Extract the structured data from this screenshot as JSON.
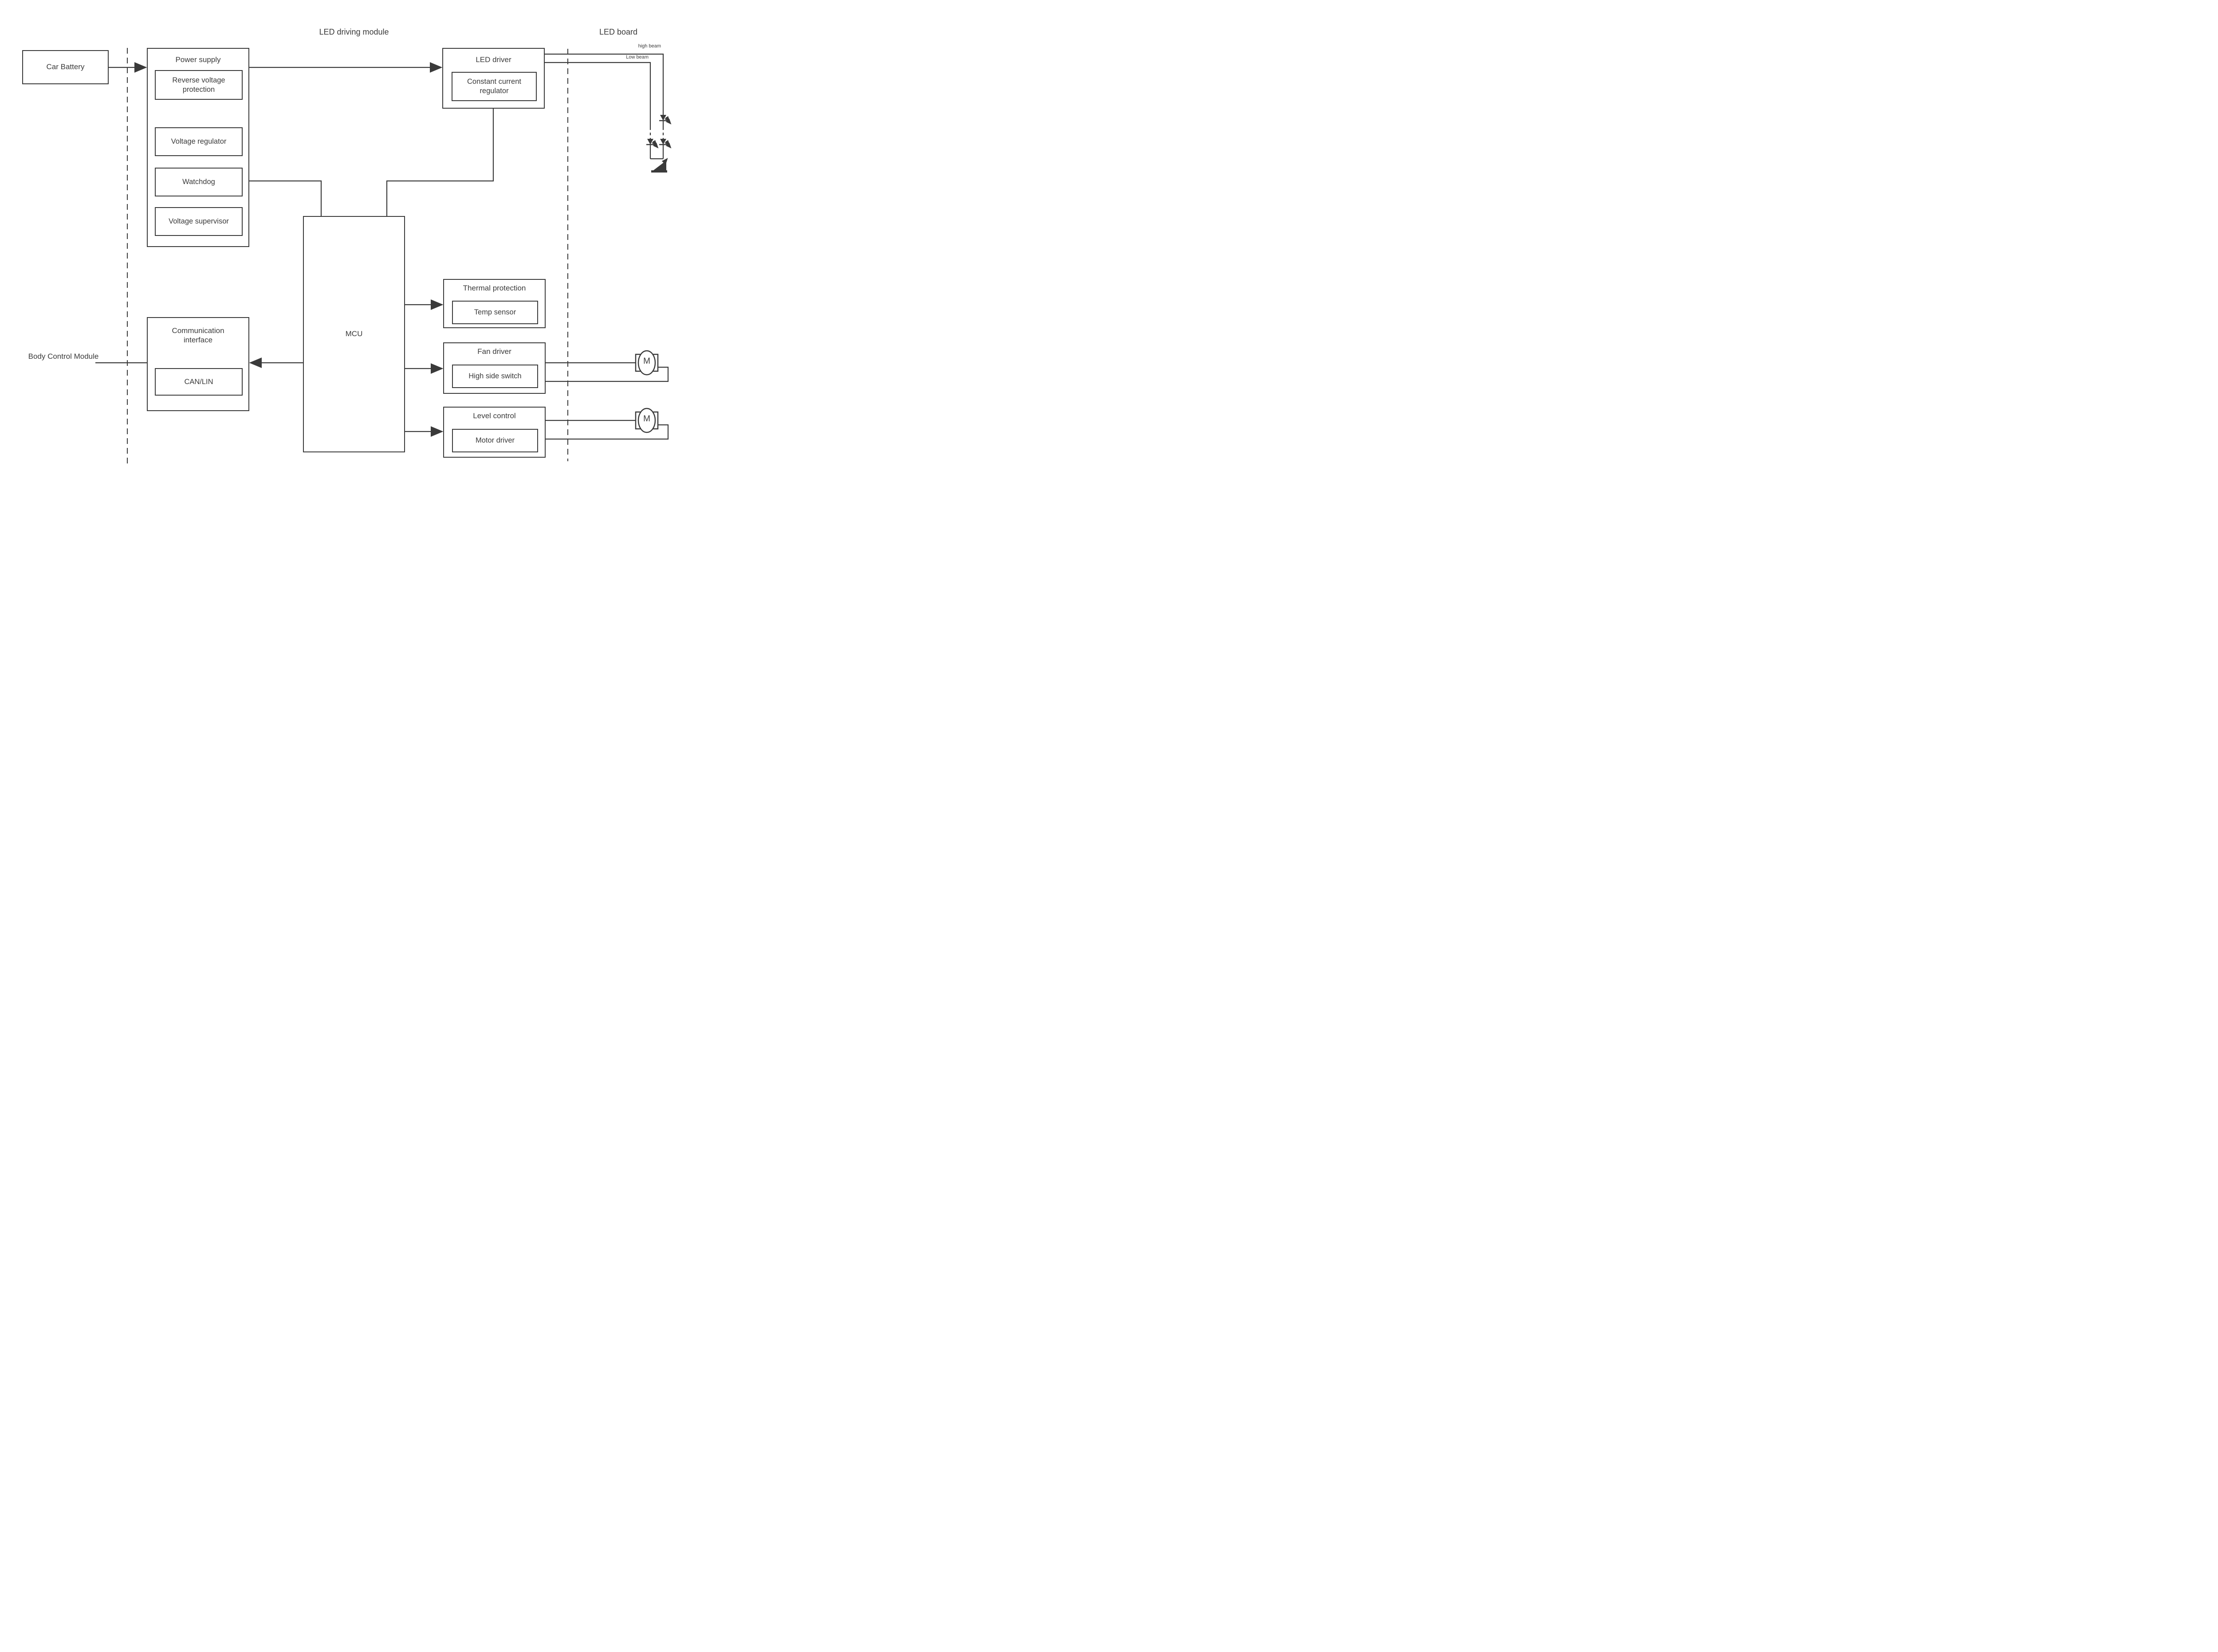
{
  "canvas": {
    "background": "#ffffff",
    "ink": "#3a3a3a"
  },
  "section_titles": {
    "led_driving_module": "LED driving module",
    "led_board": "LED board"
  },
  "external": {
    "car_battery": "Car Battery",
    "body_control_module": "Body Control Module"
  },
  "wire_labels": {
    "high_beam": "high beam",
    "low_beam": "Low beam"
  },
  "blocks": {
    "power_supply": {
      "title": "Power supply",
      "sub": [
        "Reverse voltage protection",
        "Voltage regulator",
        "Watchdog",
        "Voltage supervisor"
      ]
    },
    "led_driver": {
      "title": "LED driver",
      "sub": [
        "Constant current regulator"
      ]
    },
    "mcu": {
      "title": "MCU"
    },
    "communication_interface": {
      "title": "Communication interface",
      "sub": [
        "CAN/LIN"
      ]
    },
    "thermal_protection": {
      "title": "Thermal protection",
      "sub": [
        "Temp sensor"
      ]
    },
    "fan_driver": {
      "title": "Fan driver",
      "sub": [
        "High side switch"
      ]
    },
    "level_control": {
      "title": "Level control",
      "sub": [
        "Motor driver"
      ]
    }
  },
  "motors": {
    "label": "M"
  }
}
